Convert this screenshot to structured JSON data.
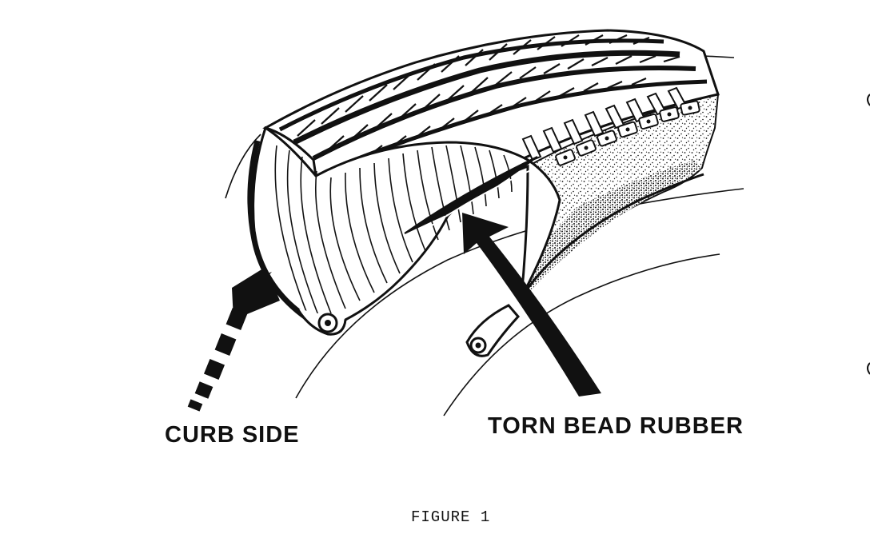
{
  "figure": {
    "caption": "FIGURE 1",
    "ink_color": "#111111",
    "background_color": "#ffffff"
  },
  "callouts": {
    "curb_side": {
      "label": "CURB SIDE",
      "arrow_style": "dashed",
      "icon": "dashed-arrow-icon"
    },
    "torn_bead_rubber": {
      "label": "TORN BEAD RUBBER",
      "arrow_style": "solid",
      "icon": "solid-arrow-icon"
    }
  },
  "illustration": {
    "subject": "tire-cutaway",
    "icons": [
      "tire-tread-icon",
      "tire-sidewall-icon",
      "tire-bead-icon",
      "rim-flange-icon"
    ]
  }
}
